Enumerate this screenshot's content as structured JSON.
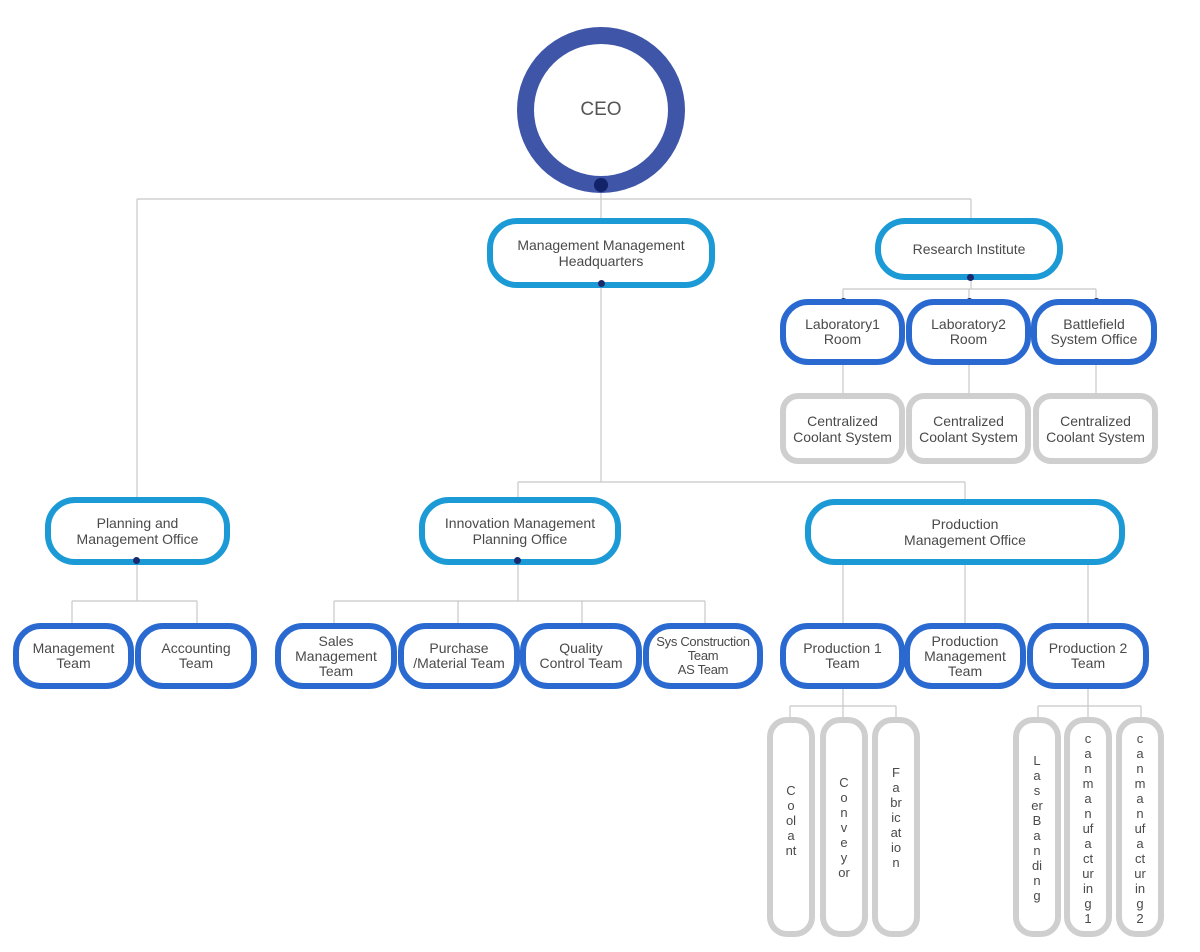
{
  "org": {
    "ceo": "CEO",
    "management_hq": "Management Management\nHeadquarters",
    "research_institute": "Research Institute",
    "laboratory1_room": "Laboratory1\nRoom",
    "laboratory2_room": "Laboratory2\nRoom",
    "battlefield_system_office": "Battlefield\nSystem Office",
    "coolant_1": "Centralized\nCoolant System",
    "coolant_2": "Centralized\nCoolant System",
    "coolant_3": "Centralized\nCoolant System",
    "planning_management_office": "Planning and\nManagement Office",
    "innovation_planning_office": "Innovation Management\nPlanning Office",
    "production_management_office": "Production\nManagement Office",
    "management_team": "Management\nTeam",
    "accounting_team": "Accounting\nTeam",
    "sales_management_team": "Sales\nManagement\nTeam",
    "purchase_material_team": "Purchase\n/Material Team",
    "quality_control_team": "Quality\nControl Team",
    "sys_construction_team": "Sys Construction\nTeam\nAS Team",
    "production1_team": "Production 1\nTeam",
    "production_management_team": "Production\nManagement\nTeam",
    "production2_team": "Production 2\nTeam",
    "coolant": "Coolant",
    "conveyor": "Conveyor",
    "fabrication": "Fabrication",
    "laser_banding": "Laser  Banding",
    "can_manufacturing1": "can manufacturing1",
    "can_manufacturing2": "can manufacturing2"
  },
  "colors": {
    "ceo_ring": "#3e55a8",
    "office_border": "#1b9ad6",
    "team_border": "#2a6ad0",
    "unit_border": "#cfcfcf",
    "connector": "#c8c8c8",
    "dot": "#1a2a6c"
  }
}
